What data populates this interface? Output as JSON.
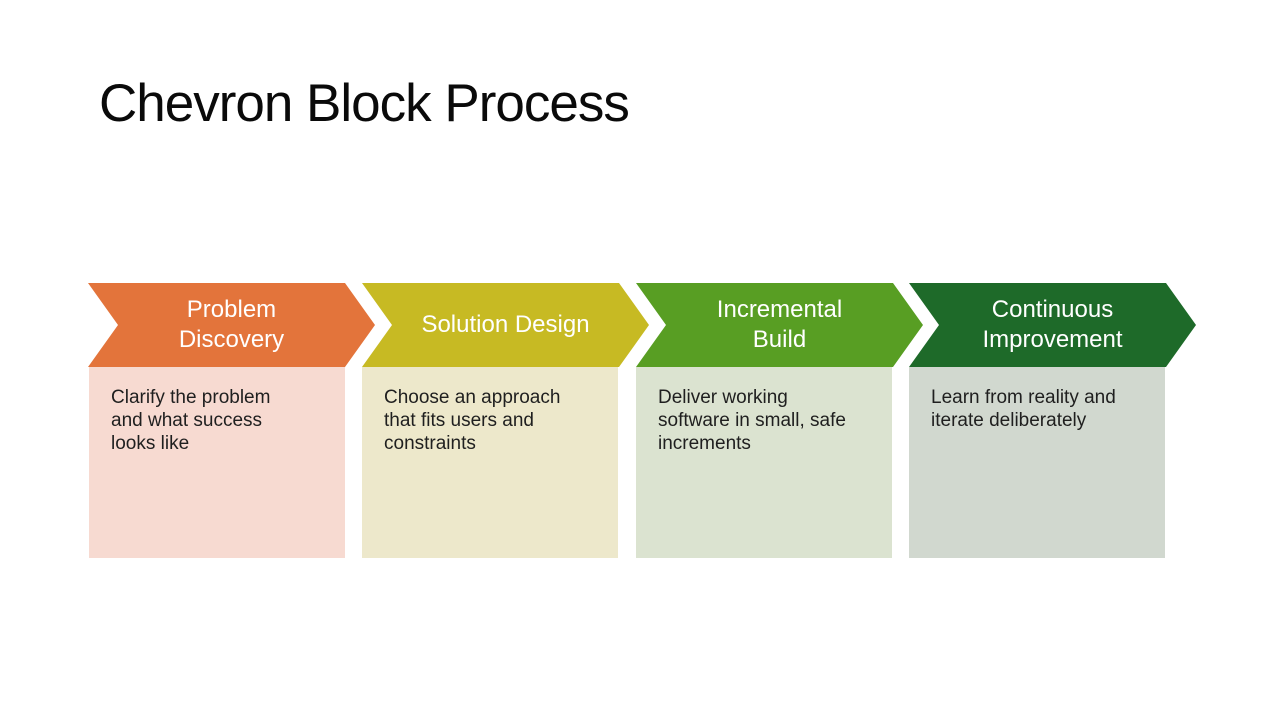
{
  "slide": {
    "title": "Chevron Block Process",
    "background_color": "#FFFFFF",
    "label_text_color": "#FFFFFF",
    "body_text_color": "#1F1F1F"
  },
  "stages": [
    {
      "label": "Problem\nDiscovery",
      "description": "Clarify the problem\nand what success\nlooks like",
      "chevron_color": "#E3743B",
      "block_color": "#F7DAD1"
    },
    {
      "label": "Solution Design",
      "description": "Choose an approach\nthat fits users and\nconstraints",
      "chevron_color": "#C7BA23",
      "block_color": "#EDE8CB"
    },
    {
      "label": "Incremental\nBuild",
      "description": "Deliver working\nsoftware in small, safe\nincrements",
      "chevron_color": "#589E23",
      "block_color": "#DBE3D0"
    },
    {
      "label": "Continuous\nImprovement",
      "description": "Learn from reality and\niterate deliberately",
      "chevron_color": "#1E6A29",
      "block_color": "#D1D8CF"
    }
  ]
}
